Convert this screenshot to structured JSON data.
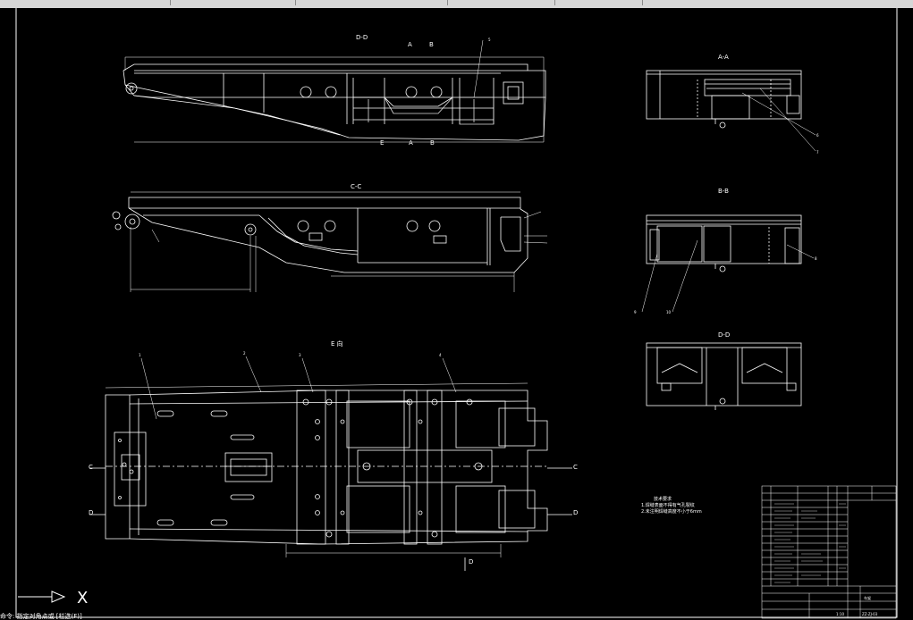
{
  "toolbar": {
    "tabs": [
      "",
      "",
      "",
      "",
      ""
    ]
  },
  "views": {
    "dd_top": "D-D",
    "cc": "C-C",
    "aa": "A-A",
    "bb": "B-B",
    "dd_right": "D-D",
    "plan": "E 向"
  },
  "section_marks": {
    "a_top": "A",
    "b_top": "B",
    "e_bottom": "E",
    "a_bottom": "A",
    "b_bottom": "B",
    "c_left": "C",
    "c_right": "C",
    "d_left": "D",
    "d_right": "D",
    "d_bottom": "D"
  },
  "part_numbers": [
    "1",
    "2",
    "3",
    "4",
    "5",
    "6",
    "7",
    "8",
    "9",
    "10"
  ],
  "notes": {
    "title": "技术要求",
    "line1": "1.焊缝表面不得有气孔裂纹",
    "line2": "2.未注明焊缝高度不小于6mm"
  },
  "title_block": {
    "drawing_no": "ZZ-ZJ-03",
    "name": "车架",
    "scale": "1:10"
  },
  "axis_icon": {
    "label": "X"
  },
  "command_line": {
    "text": "命令: 指定对角点或 [栏选(F)]"
  }
}
